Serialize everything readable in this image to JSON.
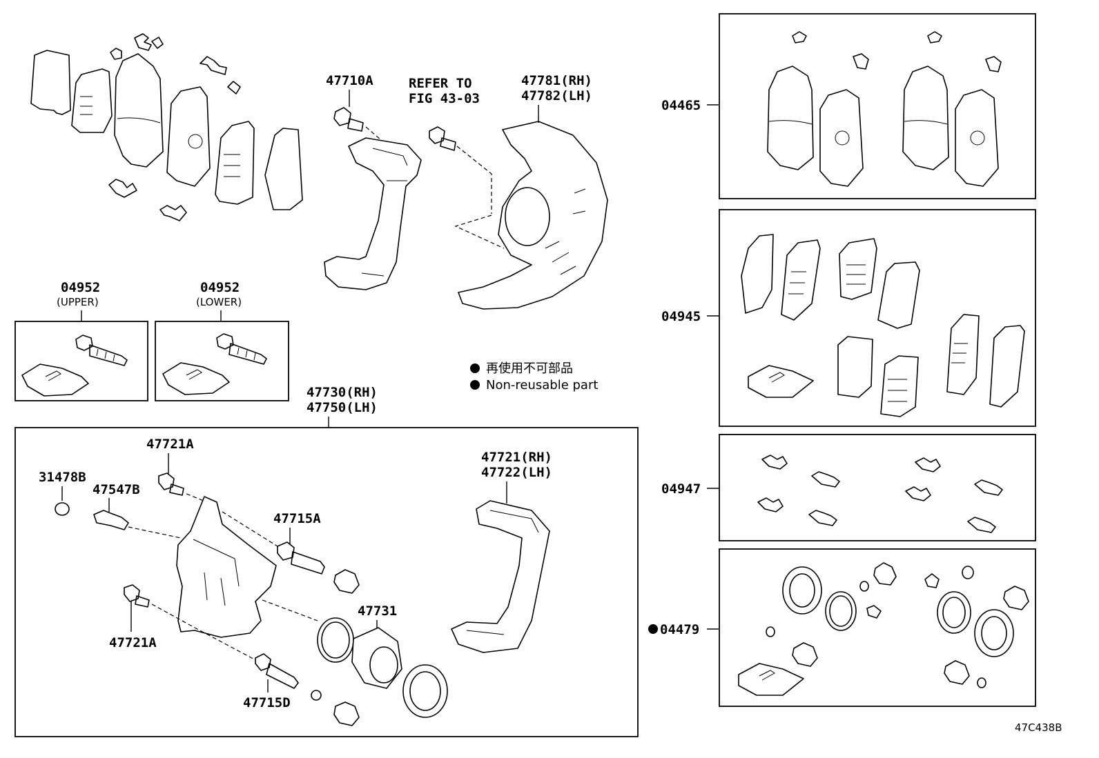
{
  "labels": {
    "caliper_bolt": "47710A",
    "refer_line1": "REFER TO",
    "refer_line2": "FIG 43-03",
    "dust_cover_rh": "47781(RH)",
    "dust_cover_lh": "47782(LH)",
    "kit_upper": "04952",
    "kit_upper_sub": "(UPPER)",
    "kit_lower": "04952",
    "kit_lower_sub": "(LOWER)",
    "caliper_rh": "47730(RH)",
    "caliper_lh": "47750(LH)",
    "bolt_top": "47721A",
    "cap": "31478B",
    "bleeder": "47547B",
    "slide_pin_a": "47715A",
    "bolt_bottom": "47721A",
    "slide_pin_d": "47715D",
    "piston": "47731",
    "mount_rh": "47721(RH)",
    "mount_lh": "47722(LH)",
    "pad_kit": "04465",
    "shim_kit": "04945",
    "clip_kit": "04947",
    "cyl_kit": "04479",
    "figure_code": "47C438B"
  },
  "legend": {
    "jp": "再使用不可部品",
    "en": "Non-reusable part"
  }
}
